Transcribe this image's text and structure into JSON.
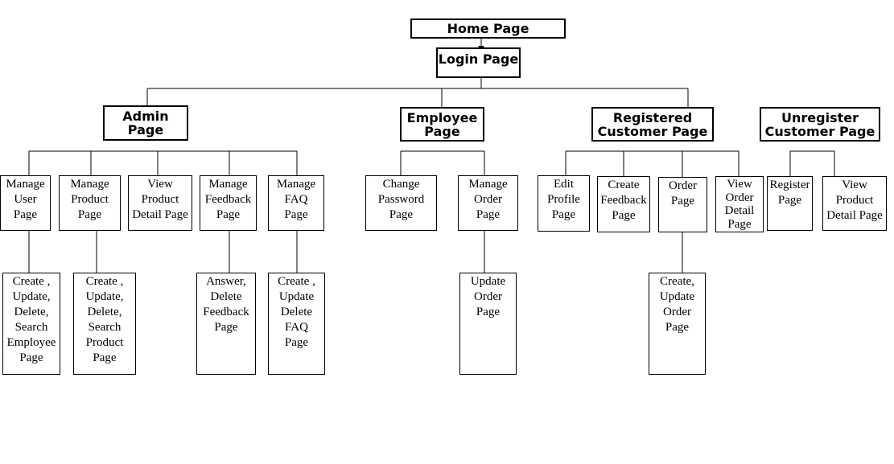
{
  "diagram": {
    "title_nodes": {
      "home": "Home Page",
      "login": "Login Page"
    },
    "roles": {
      "admin": "Admin\nPage",
      "employee": "Employee\nPage",
      "registered": "Registered\nCustomer Page",
      "unregister": "Unregister\nCustomer Page"
    },
    "admin_pages": {
      "manage_user": "Manage\nUser\nPage",
      "manage_product": "Manage\nProduct\nPage",
      "view_product_detail": "View\nProduct\nDetail Page",
      "manage_feedback": "Manage\nFeedback\nPage",
      "manage_faq": "Manage\nFAQ\nPage"
    },
    "admin_sub_pages": {
      "employee_crud": "Create ,\nUpdate,\nDelete,\nSearch\nEmployee\nPage",
      "product_crud": "Create ,\nUpdate,\nDelete,\nSearch\nProduct\nPage",
      "feedback_answer": "Answer,\nDelete\nFeedback\nPage",
      "faq_crud": "Create ,\nUpdate\nDelete\nFAQ\nPage"
    },
    "employee_pages": {
      "change_password": "Change\nPassword\nPage",
      "manage_order": "Manage\nOrder\nPage"
    },
    "employee_sub_pages": {
      "update_order": "Update\nOrder\nPage"
    },
    "registered_pages": {
      "edit_profile": "Edit\nProfile\nPage",
      "create_feedback": "Create\nFeedback\nPage",
      "order": "Order\nPage",
      "view_order_detail": "View\nOrder\nDetail\nPage"
    },
    "registered_sub_pages": {
      "create_update_order": "Create,\nUpdate\nOrder\nPage"
    },
    "unregister_pages": {
      "register": "Register\nPage",
      "view_product_detail": "View\nProduct\nDetail Page"
    }
  }
}
